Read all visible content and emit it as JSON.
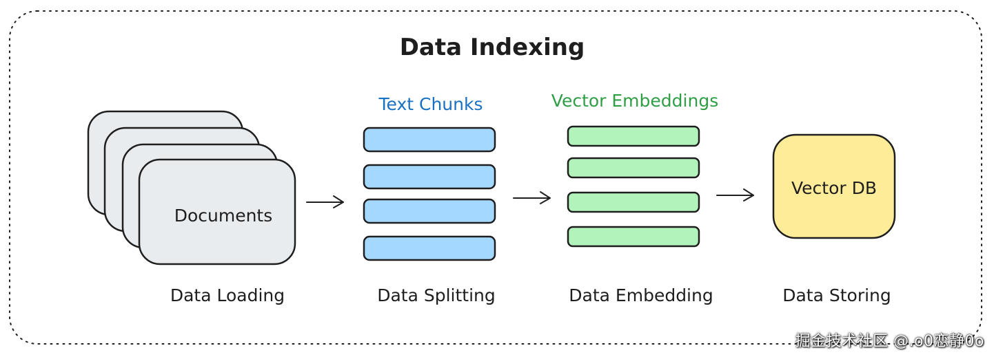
{
  "diagram": {
    "title": "Data Indexing",
    "stages": {
      "loading": {
        "label": "Data Loading",
        "node_label": "Documents",
        "document_count": 4
      },
      "splitting": {
        "label": "Data Splitting",
        "header": "Text Chunks",
        "item_count": 4
      },
      "embedding": {
        "label": "Data Embedding",
        "header": "Vector Embeddings",
        "item_count": 4
      },
      "storing": {
        "label": "Data Storing",
        "node_label": "Vector DB"
      }
    },
    "colors": {
      "stroke": "#1e1e1e",
      "document_fill": "#e9ecef",
      "chunk_fill": "#a5d8ff",
      "chunk_header": "#1971c2",
      "embedding_fill": "#b2f2bb",
      "embedding_header": "#2f9e44",
      "db_fill": "#ffec99"
    }
  },
  "watermark": "掘金技术社区 @.o0恋静0o"
}
